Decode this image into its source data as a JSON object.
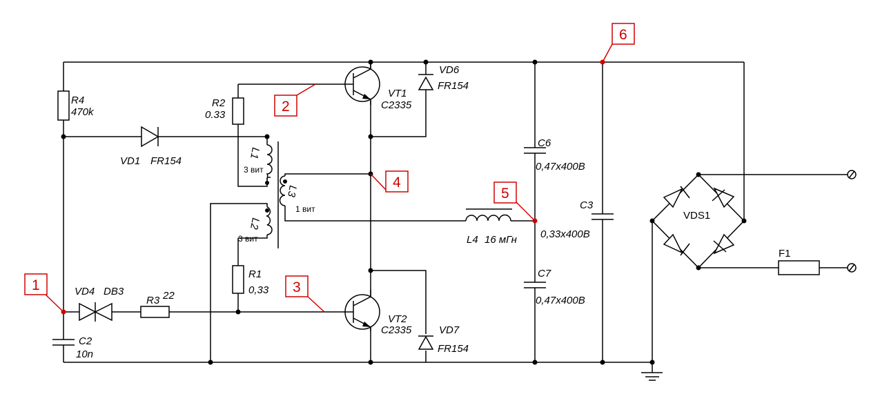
{
  "markers": [
    "1",
    "2",
    "3",
    "4",
    "5",
    "6"
  ],
  "labels": {
    "r4": "R4",
    "r4_val": "470k",
    "r2": "R2",
    "r2_val": "0.33",
    "r1": "R1",
    "r1_val": "0,33",
    "r3": "R3",
    "r3_val": "22",
    "vd1": "VD1",
    "vd1_val": "FR154",
    "vd4": "VD4",
    "vd4_val": "DB3",
    "vd6": "VD6",
    "vd6_val": "FR154",
    "vd7": "VD7",
    "vd7_val": "FR154",
    "vt1": "VT1",
    "vt1_val": "C2335",
    "vt2": "VT2",
    "vt2_val": "C2335",
    "l1": "L1",
    "l1_turns": "3 вит",
    "l2": "L2",
    "l2_turns": "3 вит",
    "l3": "L3",
    "l3_turns": "1 вит",
    "l4": "L4",
    "l4_val": "16 мГн",
    "c2": "C2",
    "c2_val": "10n",
    "c3": "C3",
    "c3_val": "0,33х400В",
    "c6": "C6",
    "c6_val": "0,47х400В",
    "c7": "C7",
    "c7_val": "0,47х400В",
    "vds1": "VDS1",
    "f1": "F1"
  },
  "colors": {
    "wire": "#000000",
    "marker": "#d00000",
    "background": "#ffffff"
  }
}
